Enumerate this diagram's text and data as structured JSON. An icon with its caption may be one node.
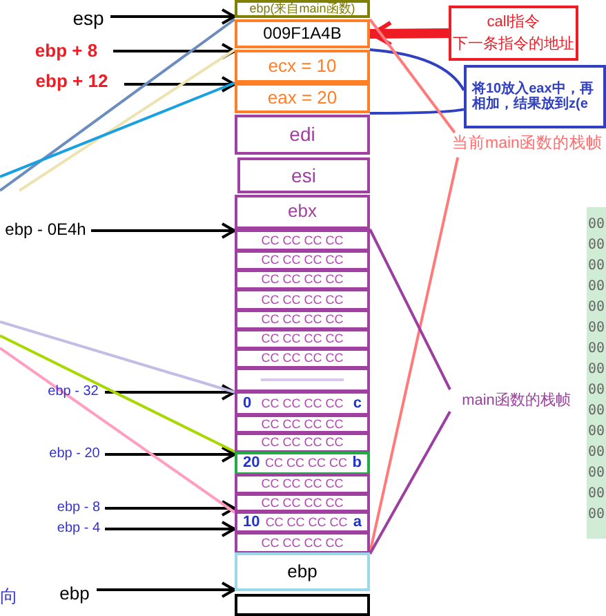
{
  "diagram": {
    "nodes": [
      {
        "text": [
          "ebp(来自main函数)"
        ]
      },
      {
        "text": [
          "009F1A4B"
        ]
      },
      {
        "text": [
          "ecx = 10"
        ]
      },
      {
        "text": [
          "eax = 20"
        ]
      },
      {
        "text": [
          "edi"
        ]
      },
      {
        "text": [
          "esi"
        ]
      },
      {
        "text": [
          "ebx"
        ]
      },
      {
        "text": [
          "CC CC CC CC"
        ]
      },
      {
        "text": [
          "CC CC CC CC"
        ]
      },
      {
        "text": [
          "CC CC CC CC"
        ]
      },
      {
        "text": [
          "CC CC CC CC"
        ]
      },
      {
        "text": [
          "CC CC CC CC"
        ]
      },
      {
        "text": [
          "CC CC CC CC"
        ]
      },
      {
        "text": [
          "CC CC CC CC"
        ]
      },
      {
        "text": [],
        "shape": "box"
      },
      {
        "text": [
          "0",
          "CC CC CC CC",
          "c"
        ]
      },
      {
        "text": [
          "CC CC CC CC"
        ]
      },
      {
        "text": [
          "CC CC CC CC"
        ]
      },
      {
        "text": [
          "20",
          "CC CC CC CC",
          "b"
        ]
      },
      {
        "text": [
          "CC CC CC CC"
        ]
      },
      {
        "text": [
          "CC CC CC CC"
        ]
      },
      {
        "text": [
          "10",
          "CC CC CC CC",
          "a"
        ]
      },
      {
        "text": [
          "CC CC CC CC"
        ]
      },
      {
        "text": [
          "ebp"
        ]
      },
      {
        "text": [],
        "shape": "box"
      },
      {
        "text": [
          "esp"
        ]
      },
      {
        "text": [
          "ebp + 8"
        ]
      },
      {
        "text": [
          "ebp + 12"
        ]
      },
      {
        "text": [
          "ebp - 0E4h"
        ]
      },
      {
        "text": [
          "ebp - 32"
        ]
      },
      {
        "text": [
          "ebp - 20"
        ]
      },
      {
        "text": [
          "ebp - 8"
        ]
      },
      {
        "text": [
          "ebp - 4"
        ]
      },
      {
        "text": [
          "ebp"
        ]
      },
      {
        "text": [
          "call指令",
          "下一条指令的地址"
        ]
      },
      {
        "text": [
          "将10放入eax中，再相加，结果放到z(e"
        ]
      },
      {
        "text": [
          "当前main函数的栈帧"
        ]
      },
      {
        "text": [
          "main函数的栈帧"
        ]
      }
    ],
    "edges": [
      {
        "from": 25,
        "to": 0,
        "arrow": "to"
      },
      {
        "from": 26,
        "to": 2,
        "arrow": "to"
      },
      {
        "from": 27,
        "to": 3,
        "arrow": "to"
      },
      {
        "from": 28,
        "to": 7,
        "arrow": "to"
      },
      {
        "from": 29,
        "to": 15,
        "arrow": "to"
      },
      {
        "from": 30,
        "to": 18,
        "arrow": "to"
      },
      {
        "from": 31,
        "to": 20,
        "arrow": "to"
      },
      {
        "from": 32,
        "to": 21,
        "arrow": "to"
      },
      {
        "from": 33,
        "to": 23,
        "arrow": "to"
      },
      {
        "from": 34,
        "to": 1,
        "arrow": "to",
        "style": "thick",
        "color": "#ee1c24"
      },
      {
        "from": 35,
        "to": 2,
        "arrow": "none",
        "color": "#3040c0"
      },
      {
        "from": 35,
        "to": 3,
        "arrow": "none",
        "color": "#3040c0"
      },
      {
        "from": 36,
        "to": 1,
        "arrow": "none",
        "color": "#ff7b7b"
      },
      {
        "from": 36,
        "to": 23,
        "arrow": "none",
        "color": "#ff7b7b"
      },
      {
        "from": 37,
        "to": 7,
        "arrow": "none",
        "color": "#9b3fa0"
      },
      {
        "from": 37,
        "to": 22,
        "arrow": "none",
        "color": "#9b3fa0"
      },
      {
        "from": null,
        "to": 1,
        "arrow": "none",
        "color": "#6b8cbf"
      },
      {
        "from": null,
        "to": 2,
        "arrow": "none",
        "color": "#eee3b0"
      },
      {
        "from": null,
        "to": 3,
        "arrow": "none",
        "color": "#1aa0e0"
      },
      {
        "from": null,
        "to": 14,
        "arrow": "none",
        "color": "#c4bce4"
      },
      {
        "from": null,
        "to": 18,
        "arrow": "none",
        "color": "#a8d800"
      },
      {
        "from": null,
        "to": 20,
        "arrow": "none",
        "color": "#ff9ec0"
      }
    ],
    "labels": [
      "向",
      "00",
      "00",
      "00",
      "00",
      "00",
      "00",
      "00",
      "00",
      "00",
      "00",
      "00",
      "00",
      "00",
      "00",
      "00"
    ]
  }
}
